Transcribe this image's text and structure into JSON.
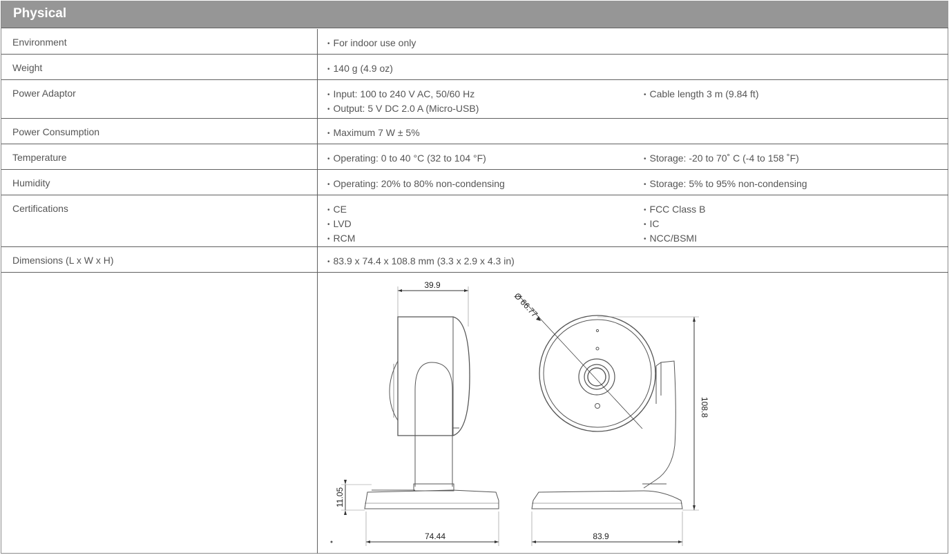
{
  "section_title": "Physical",
  "rows": [
    {
      "label": "Environment",
      "col1": [
        "For indoor use only"
      ],
      "col2": []
    },
    {
      "label": "Weight",
      "col1": [
        "140 g (4.9 oz)"
      ],
      "col2": []
    },
    {
      "label": "Power Adaptor",
      "col1": [
        "Input:  100 to 240 V AC, 50/60 Hz",
        "Output: 5 V DC 2.0 A (Micro-USB)"
      ],
      "col2": [
        "Cable length 3 m (9.84 ft)"
      ]
    },
    {
      "label": "Power Consumption",
      "col1": [
        "Maximum 7 W ± 5%"
      ],
      "col2": []
    },
    {
      "label": "Temperature",
      "col1": [
        "Operating: 0 to 40 °C (32 to 104 °F)"
      ],
      "col2": [
        "Storage: -20 to 70˚ C (-4 to 158 ˚F)"
      ]
    },
    {
      "label": "Humidity",
      "col1": [
        "Operating: 20% to 80% non-condensing"
      ],
      "col2": [
        "Storage: 5% to 95% non-condensing"
      ]
    },
    {
      "label": "Certifications",
      "col1": [
        "CE",
        "LVD",
        "RCM"
      ],
      "col2": [
        "FCC Class B",
        "IC",
        "NCC/BSMI"
      ]
    },
    {
      "label": "Dimensions (L x W x H)",
      "col1": [
        "83.9 x 74.4 x 108.8 mm (3.3 x 2.9 x 4.3 in)"
      ],
      "col2": []
    }
  ],
  "drawing": {
    "dim_top_width": "39.9",
    "dim_diameter": "Ø 66.77",
    "dim_height": "108.8",
    "dim_base_height": "11.05",
    "dim_side_base": "74.44",
    "dim_front_base": "83.9"
  }
}
